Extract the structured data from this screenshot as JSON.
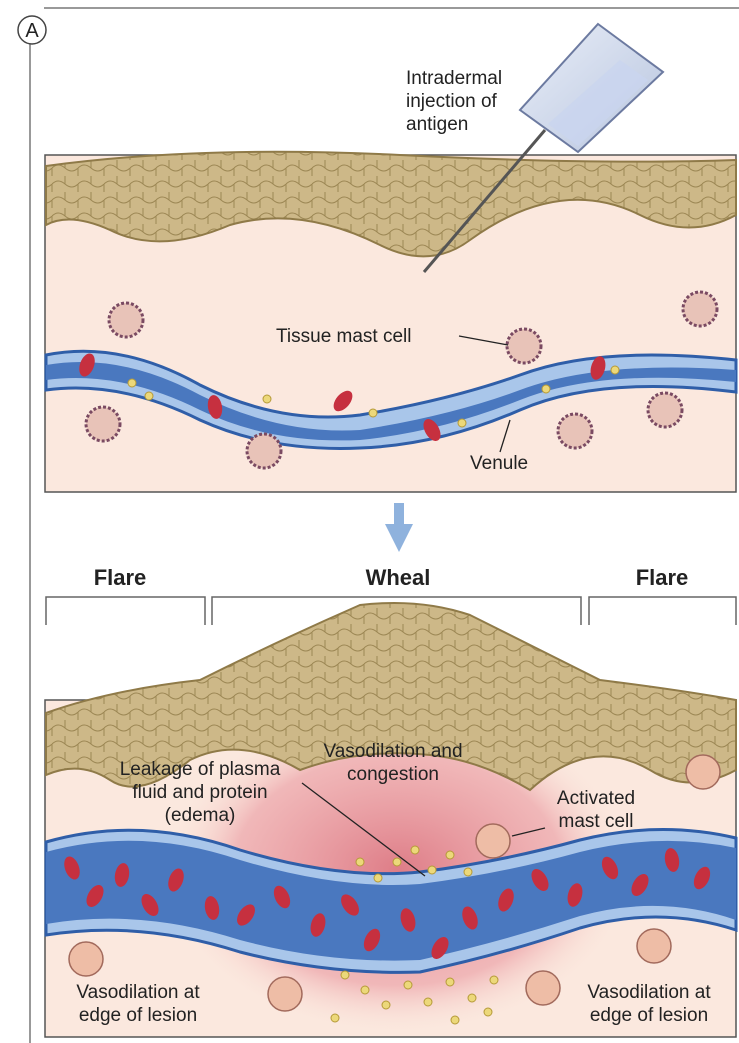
{
  "panel_label": "A",
  "top_panel": {
    "injection_label": [
      "Intradermal",
      "injection of",
      "antigen"
    ],
    "mast_cell_label": "Tissue mast cell",
    "venule_label": "Venule"
  },
  "bottom_panel": {
    "flare_left": "Flare",
    "wheal": "Wheal",
    "flare_right": "Flare",
    "vasodilation_congestion": [
      "Vasodilation and",
      "congestion"
    ],
    "leakage": [
      "Leakage of plasma",
      "fluid and protein",
      "(edema)"
    ],
    "activated_mast_cell": [
      "Activated",
      "mast cell"
    ],
    "edge_left": [
      "Vasodilation at",
      "edge of lesion"
    ],
    "edge_right": [
      "Vasodilation at",
      "edge of lesion"
    ]
  },
  "colors": {
    "epidermis": "#cdb888",
    "dermis": "#fbe8de",
    "vessel": "#4a78bf",
    "vessel_light": "#a9c6ea",
    "rbc": "#c6303f",
    "plasma": "#ecd87a",
    "mast_cell": "#9a6a80",
    "congestion": "#d96a78",
    "arrow": "#8fb2dd"
  }
}
